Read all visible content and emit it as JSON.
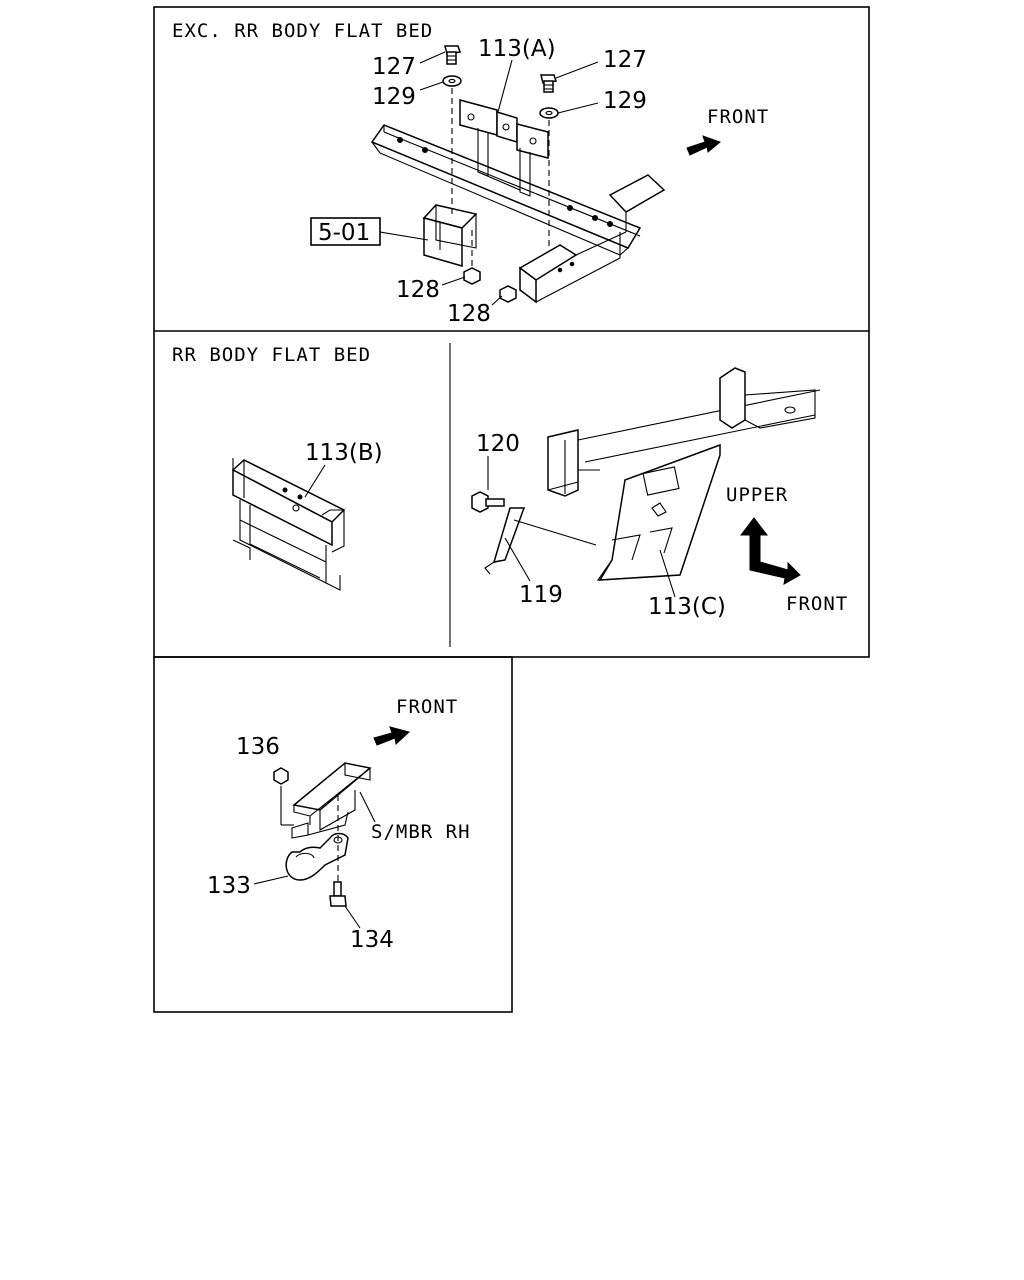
{
  "panels": {
    "top": {
      "title": "EXC. RR BODY FLAT BED"
    },
    "mid_left": {
      "title": "RR BODY FLAT BED"
    },
    "mid_right": {},
    "bottom": {}
  },
  "labels": {
    "p127a": "127",
    "p127b": "127",
    "p129a": "129",
    "p129b": "129",
    "p113a": "113(A)",
    "p501": "5-01",
    "p128a": "128",
    "p128b": "128",
    "front1": "FRONT",
    "p113b": "113(B)",
    "p120": "120",
    "p119": "119",
    "p113c": "113(C)",
    "upper": "UPPER",
    "front2": "FRONT",
    "front3": "FRONT",
    "p136": "136",
    "smbr": "S/MBR RH",
    "p133": "133",
    "p134": "134"
  }
}
